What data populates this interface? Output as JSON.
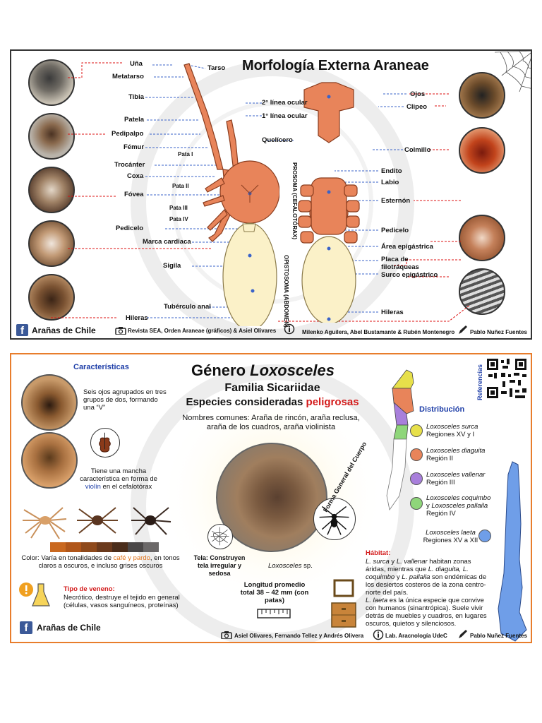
{
  "colors": {
    "border_top": "#333333",
    "border_bottom": "#e87d2c",
    "accent_red": "#d31a1a",
    "accent_blue": "#1f3fa8",
    "spider_body": "#e8845a",
    "abdomen": "#fbf1c8",
    "dist_1": "#e7e04a",
    "dist_2": "#e8845a",
    "dist_3": "#a87fdb",
    "dist_4": "#8fd67a",
    "dist_5": "#6f9ee8"
  },
  "top": {
    "title": "Morfología Externa Araneae",
    "left_labels": [
      "Uña",
      "Metatarso",
      "Tibia",
      "Patela",
      "Pedipalpo",
      "Fémur",
      "Trocánter",
      "Coxa",
      "Fóvea",
      "Pedicelo",
      "Marca cardiaca",
      "Sigila",
      "Tubérculo anal",
      "Hileras"
    ],
    "inner_labels": {
      "tarso": "Tarso",
      "pata1": "Pata I",
      "pata2": "Pata II",
      "pata3": "Pata III",
      "pata4": "Pata IV"
    },
    "mid_labels": {
      "linea2": "2° línea ocular",
      "linea1": "1° línea ocular",
      "quelicero": "Quelícero"
    },
    "vertical": {
      "prosoma": "PROSOMA (CEFALOTÓRAX)",
      "opistosoma": "OPISTOSOMA (ABDOMEN)"
    },
    "right_labels": {
      "ojos": "Ojos",
      "clipeo": "Clipeo",
      "colmillo": "Colmillo",
      "endito": "Endito",
      "labio": "Labio",
      "esternon": "Esternón",
      "pedicelo": "Pedicelo",
      "area": "Área epigástrica",
      "placa": "Placa de filotráqueas",
      "surco": "Surco epigástrico",
      "hileras": "Hileras"
    },
    "footer": {
      "brand": "Arañas de Chile",
      "credit": "Revista SEA, Orden Araneae (gráficos) & Asiel Olivares",
      "authors": "Milenko Aguilera, Abel Bustamante & Rubén Montenegro",
      "designer": "Pablo Nuñez Fuentes"
    }
  },
  "bottom": {
    "title_genus": "Género ",
    "title_name": "Loxosceles",
    "family": "Familia Sicariidae",
    "dangerous_prefix": "Especies consideradas ",
    "dangerous_word": "peligrosas",
    "common_names": "Nombres comunes: Araña de rincón, araña reclusa, araña de los cuadros, araña violinista",
    "features_heading": "Características",
    "eyes_text": "Seis ojos agrupados en tres grupos de dos, formando una “V”",
    "mark_text_1": "Tiene una mancha característica en forma de ",
    "mark_text_violin": "violín",
    "mark_text_2": " en el cefalotórax",
    "color_text_1": "Color: Varía en tonalidades de ",
    "color_text_cafe": "café y pardo",
    "color_text_2": ", en tonos claros a oscuros, e incluso grises oscuros",
    "swatches": [
      "#c9681f",
      "#b0561a",
      "#8f4a1c",
      "#6b3a1d",
      "#4a2d1b",
      "#4a4747",
      "#6b6868"
    ],
    "venom_heading": "Tipo de veneno:",
    "venom_text": "Necrótico, destruye el tejido en general (células, vasos sanguíneos, proteínas)",
    "web_text": "Tela: Construyen tela irregular y sedosa",
    "species_caption": "Loxosceles",
    "species_suffix": " sp.",
    "body_shape": "Forma General del Cuerpo",
    "length_text": "Longitud promedio total 38 – 42 mm (con patas)",
    "refs_label": "Referencias",
    "dist_heading": "Distribución",
    "dist": [
      {
        "species": "Loxosceles surca",
        "region": "Regiones XV y I"
      },
      {
        "species": "Loxosceles diaguita",
        "region": "Región II"
      },
      {
        "species": "Loxosceles vallenar",
        "region": "Región III"
      },
      {
        "species": "Loxosceles coquimbo",
        "joiner": "y ",
        "species2": "Loxosceles pallaila",
        "region": "Región IV"
      },
      {
        "species": "Loxosceles laeta",
        "region": "Regiones XV a XII"
      }
    ],
    "habitat_heading": "Hábitat:",
    "habitat_p1_a": "L. surca",
    "habitat_p1_b": " y ",
    "habitat_p1_c": "L. vallenar",
    "habitat_p1_d": " habitan zonas áridas, mientras que ",
    "habitat_p1_e": "L. diaguita, L. coquimbo",
    "habitat_p1_f": " y ",
    "habitat_p1_g": "L. pallaila",
    "habitat_p1_h": " son endémicas de los desiertos costeros de la zona centro-norte del país.",
    "habitat_p2_a": "L. laeta",
    "habitat_p2_b": " es la única especie que convive con humanos (sinantrópica). Suele vivir detrás de muebles y cuadros, en lugares oscuros, quietos y silenciosos.",
    "footer": {
      "brand": "Arañas de Chile",
      "credit": "Asiel Olivares, Fernando Tellez y Andrés Olivera",
      "lab": "Lab. Aracnología UdeC",
      "designer": "Pablo Nuñez Fuentes"
    }
  }
}
